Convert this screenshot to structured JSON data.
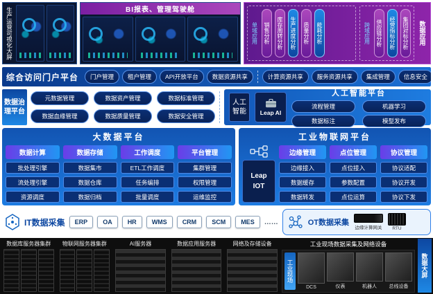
{
  "colors": {
    "primary_blue": "#1565c0",
    "deep_blue": "#0a2f74",
    "purple": "#7b1fa2",
    "navy": "#0a1630"
  },
  "top": {
    "viz": {
      "label": "生产运营可视化大屏"
    },
    "bi": {
      "title": "BI报表、管理驾驶舱"
    },
    "apps": {
      "label": "数据应用",
      "groups": [
        {
          "label": "单域应用",
          "chips": [
            "销售分析",
            "库存周转分析",
            "生产进度分析",
            "质量分析",
            "能耗分析"
          ]
        },
        {
          "label": "跨域应用",
          "chips": [
            "供应链分析",
            "经营指标分析",
            "集团对标分析"
          ]
        }
      ]
    }
  },
  "portal": {
    "title": "综合访问门户平台",
    "items": [
      "门户管理",
      "租户管理",
      "API开放平台",
      "数据资源共享",
      "计算资源共享",
      "服务资源共享",
      "集成管理",
      "信息安全"
    ]
  },
  "governance": {
    "title": "数据治理平台",
    "rows": [
      [
        "元数据管理",
        "数据资产管理",
        "数据标准管理"
      ],
      [
        "数据血缘管理",
        "数据质量管理",
        "数据安全管理"
      ]
    ]
  },
  "ai": {
    "tag": "人工智能",
    "brand": "Leap AI",
    "title": "人工智能平台",
    "chips": [
      "流程管理",
      "机器学习",
      "数据标注",
      "模型发布"
    ]
  },
  "bigdata": {
    "title": "大数据平台",
    "columns": [
      {
        "header": "数据计算",
        "items": [
          "批处理引擎",
          "流处理引擎",
          "资源调度"
        ]
      },
      {
        "header": "数据存储",
        "items": [
          "数据集市",
          "数据仓库",
          "数据归档"
        ]
      },
      {
        "header": "工作调度",
        "items": [
          "ETL工作调度",
          "任务编排",
          "批量调度"
        ]
      },
      {
        "header": "平台管理",
        "items": [
          "集群管理",
          "权限管理",
          "运维监控"
        ]
      }
    ]
  },
  "iot": {
    "title": "工业物联网平台",
    "brand_line1": "Leap",
    "brand_line2": "IOT",
    "columns": [
      {
        "header": "边缘管理",
        "items": [
          "边缘接入",
          "数据缓存",
          "数据转发"
        ]
      },
      {
        "header": "点位管理",
        "items": [
          "点位接入",
          "参数配置",
          "点位运算"
        ]
      },
      {
        "header": "协议管理",
        "items": [
          "协议适配",
          "协议开发",
          "协议下发"
        ]
      }
    ]
  },
  "it_collect": {
    "title": "IT数据采集",
    "systems": [
      "ERP",
      "OA",
      "HR",
      "WMS",
      "CRM",
      "SCM",
      "MES"
    ],
    "more": "……"
  },
  "ot_collect": {
    "title": "OT数据采集",
    "gateway_label": "边缘计算网关",
    "rtu_label": "RTU"
  },
  "infra": {
    "clusters": [
      "数据库服务器集群",
      "物联网服务器集群",
      "AI服务器",
      "数据应用服务器",
      "网络及存储设备"
    ],
    "industrial": {
      "title": "工业现场数据采集及网络设备",
      "site": "工业现场",
      "devices": [
        "DCS",
        "仪表",
        "机器人",
        "总线设备"
      ]
    },
    "screen": "数据大屏"
  }
}
